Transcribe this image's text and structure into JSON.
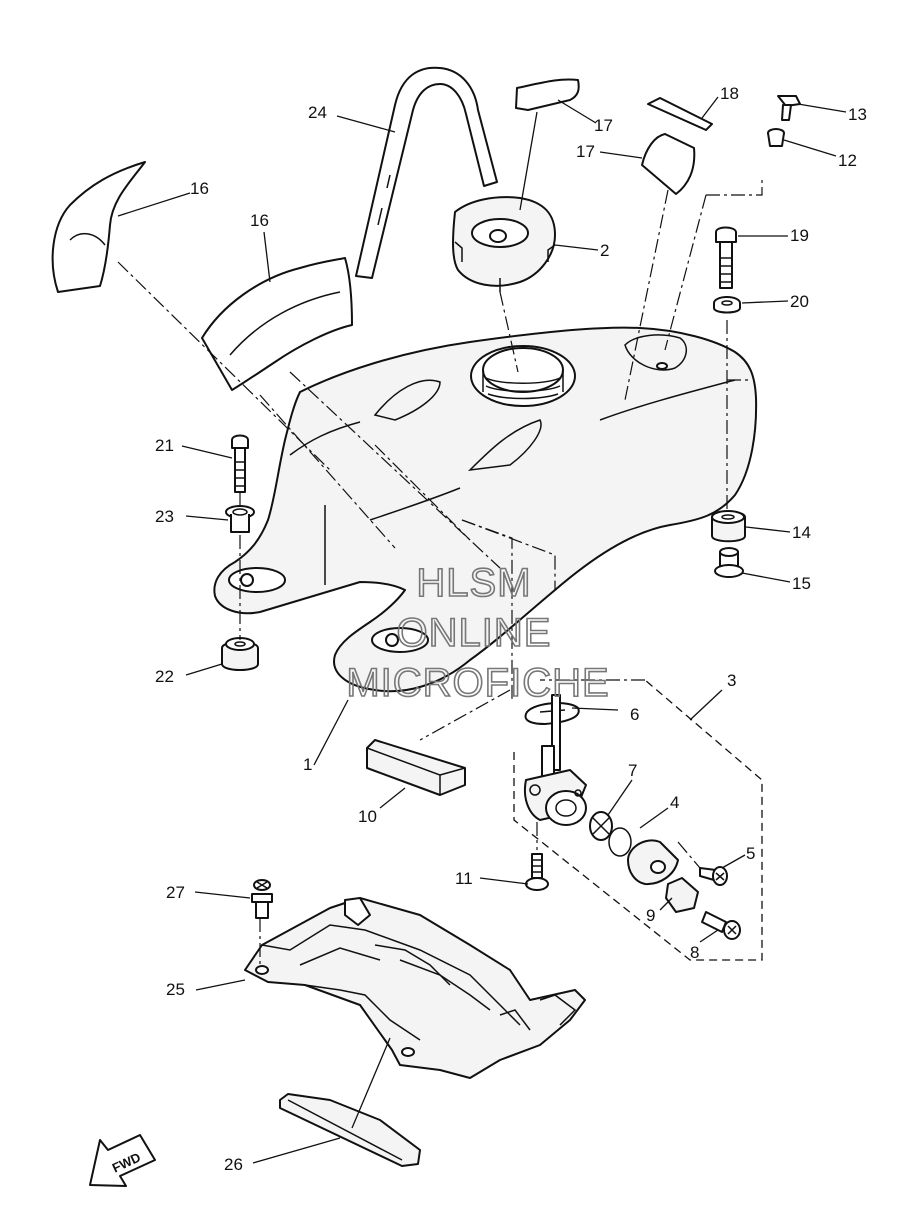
{
  "callouts": {
    "c1": "1",
    "c2": "2",
    "c3": "3",
    "c4": "4",
    "c5": "5",
    "c6": "6",
    "c7": "7",
    "c8": "8",
    "c9": "9",
    "c10": "10",
    "c11": "11",
    "c12": "12",
    "c13": "13",
    "c14": "14",
    "c15": "15",
    "c16a": "16",
    "c16b": "16",
    "c17a": "17",
    "c17b": "17",
    "c18": "18",
    "c19": "19",
    "c20": "20",
    "c21": "21",
    "c22": "22",
    "c23": "23",
    "c24": "24",
    "c25": "25",
    "c26": "26",
    "c27": "27"
  },
  "watermark": {
    "line1": "HLSM",
    "line2": "ONLINE",
    "line3": "MICROFICHE"
  },
  "fwd_label": "FWD"
}
